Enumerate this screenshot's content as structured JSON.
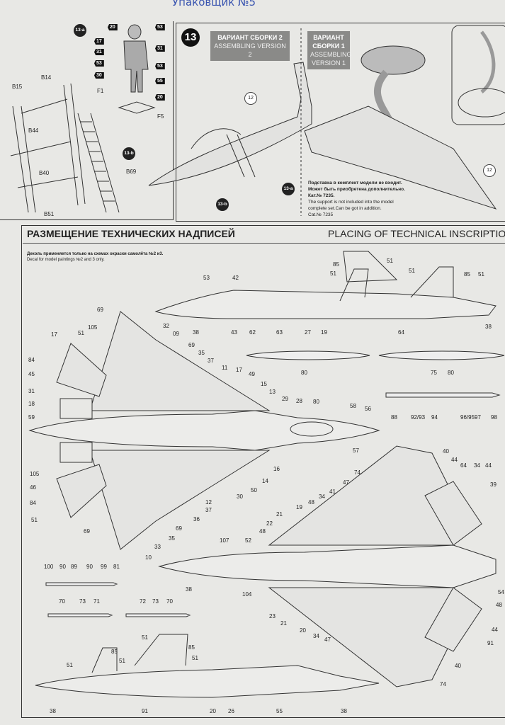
{
  "handwritten": "Упаковщик №5",
  "step": {
    "number": "13",
    "version2_ru": "ВАРИАНТ СБОРКИ 2",
    "version2_en": "ASSEMBLING VERSION 2",
    "version1_ru": "ВАРИАНТ СБОРКИ 1",
    "version1_en": "ASSEMBLING VERSION 1",
    "note_ru_1": "Подставка в комплект модели не входит.",
    "note_ru_2": "Может быть приобретена дополнительно.",
    "note_ru_3": "Кат.№ 7235.",
    "note_en_1": "The support is not included into the model",
    "note_en_2": "complete set.Can be got in addition.",
    "note_en_3": "Cat.№ 7235",
    "callouts": [
      "12",
      "12",
      "13-a",
      "13-b"
    ]
  },
  "parts": {
    "labels": [
      "B15",
      "B14",
      "B44",
      "B40",
      "B69",
      "B51",
      "F1",
      "F5",
      "13-a",
      "13-b"
    ],
    "pilot_decals": [
      "20",
      "17",
      "31",
      "53",
      "30",
      "53",
      "31",
      "53",
      "55",
      "20"
    ]
  },
  "section": {
    "title_ru": "РАЗМЕЩЕНИЕ ТЕХНИЧЕСКИХ НАДПИСЕЙ",
    "title_en": "PLACING OF TECHNICAL INSCRIPTIONS",
    "star_note_ru": "Деколь применяется только на схемах окраски самолёта №2 и3.",
    "star_note_en": "Decal for model paintings №2 and 3 only."
  },
  "decals": {
    "side_top": [
      "53",
      "42",
      "38",
      "43",
      "62",
      "63",
      "27",
      "19",
      "64",
      "38",
      "85",
      "51",
      "51",
      "51",
      "85",
      "51"
    ],
    "top_view": [
      "69",
      "17",
      "51",
      "105",
      "32",
      "09",
      "69",
      "35",
      "37",
      "11",
      "17",
      "49",
      "15",
      "13",
      "29",
      "28",
      "80",
      "58",
      "56",
      "57",
      "84",
      "45",
      "31",
      "18",
      "59",
      "105",
      "46",
      "84",
      "51",
      "69",
      "33",
      "10",
      "35",
      "69",
      "36",
      "37",
      "12",
      "30",
      "50",
      "14",
      "16"
    ],
    "weapons": [
      "80",
      "75",
      "80",
      "88",
      "92/93",
      "94",
      "96/95",
      "97",
      "98",
      "100",
      "90",
      "89",
      "90",
      "99",
      "81",
      "70",
      "73",
      "71",
      "72",
      "73",
      "70"
    ],
    "bottom_view": [
      "40",
      "44",
      "64",
      "34",
      "44",
      "74",
      "47",
      "41",
      "39",
      "19",
      "48",
      "34",
      "21",
      "22",
      "48",
      "52",
      "107",
      "38",
      "104",
      "23",
      "21",
      "20",
      "34",
      "47",
      "91",
      "44",
      "40",
      "74",
      "48",
      "54"
    ],
    "side_bottom": [
      "51",
      "85",
      "51",
      "51",
      "85",
      "51",
      "38",
      "91",
      "20",
      "26",
      "55",
      "38"
    ]
  }
}
